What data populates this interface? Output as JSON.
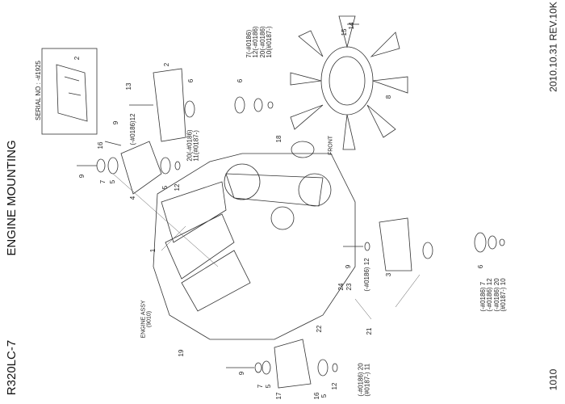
{
  "header": {
    "model": "R320LC-7",
    "title": "ENGINE MOUNTING",
    "revision": "2010.10.31  REV.10K",
    "page_number": "1010"
  },
  "inset": {
    "serial_label": "SERIAL NO : -#1925",
    "part": "2"
  },
  "callouts": {
    "p2": "2",
    "p13": "13",
    "p9a": "9",
    "p12a": "(-#0186)12",
    "p6a": "6",
    "p20_11a": "20(-#0186)\n11(#0187-)",
    "p16a": "16",
    "p9b": "9",
    "p7a": "7",
    "p5a": "5",
    "p4": "4",
    "p5b": "5",
    "p12b": "12",
    "p6b": "6",
    "p_fan_group": "7(-#0186)\n12(-#0186)\n20(-#0186)\n10(#0187-)",
    "p18": "18",
    "p15": "15",
    "p14": "14",
    "p8": "8",
    "p1": "1",
    "engine_assy": "ENGINE ASSY\n(9010)",
    "p9c": "9",
    "p12c": "(-#0186) 12",
    "p3": "3",
    "p6c": "6",
    "p_right_group": "(-#0186) 7\n(-#0186) 12\n(-#0186) 20\n(#0187-) 10",
    "p24": "24",
    "p23": "23",
    "p22": "22",
    "p21": "21",
    "p19": "19",
    "p9d": "9",
    "p7b": "7",
    "p5c": "5",
    "p17": "17",
    "p16b": "16",
    "p5d": "5",
    "p12d": "12",
    "p_bottom_group": "(-#0186) 20\n(#0187-) 11",
    "front_label": "FRONT"
  }
}
